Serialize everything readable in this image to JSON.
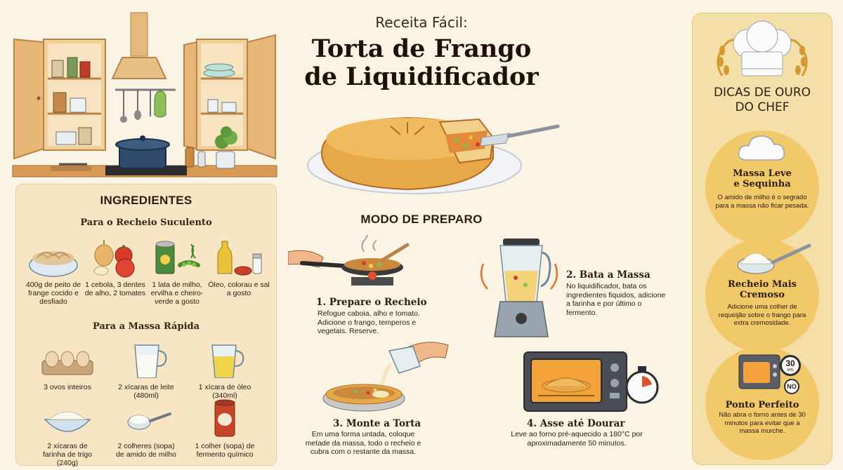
{
  "header": {
    "pretitle": "Receita Fácil:",
    "title_line1": "Torta de Frango",
    "title_line2": "de Liquidificador"
  },
  "ingredients": {
    "title": "INGREDIENTES",
    "filling_title": "Para o Recheio Suculento",
    "filling_items": [
      {
        "icon": "shredded-chicken-icon",
        "label": "400g de peito de frange cocido e desfiado"
      },
      {
        "icon": "onion-tomato-icon",
        "label": "1 cebola, 3 dentes de alho, 2 tomates"
      },
      {
        "icon": "corn-peas-can-icon",
        "label": "1 lata de milho, ervilha e cheiro-verde a gosto"
      },
      {
        "icon": "oil-spices-icon",
        "label": "Óleo, colorau e sal a gosto"
      }
    ],
    "dough_title": "Para a Massa Rápida",
    "dough_items": [
      {
        "icon": "eggs-carton-icon",
        "label": "3 ovos inteiros"
      },
      {
        "icon": "milk-cup-icon",
        "label": "2 xícaras de leite (480ml)"
      },
      {
        "icon": "oil-cup-icon",
        "label": "1 xícara de óleo (340ml)"
      },
      {
        "icon": "flour-bowl-icon",
        "label": "2 xícaras de farinha de trigo (240g)"
      },
      {
        "icon": "cornstarch-spoon-icon",
        "label": "2 colheres (sopa) de amido de milho"
      },
      {
        "icon": "baking-powder-can-icon",
        "label": "1 colher (sopa) de fermento químico"
      }
    ]
  },
  "method": {
    "title": "MODO DE PREPARO",
    "steps": [
      {
        "title": "1. Prepare o Recheio",
        "desc": "Refogue caboia, alho e tomato. Adicione o frango, temperos e vegetais. Reserve."
      },
      {
        "title": "2. Bata a Massa",
        "desc": "No liquidificador, bata os ingredientes fiquidos, adicione a farinha e por último o fermento."
      },
      {
        "title": "3. Monte a Torta",
        "desc": "Em uma forma untada, coloque metade da massa, todo o recheio e cubra com o restante da massa."
      },
      {
        "title": "4. Asse até Dourar",
        "desc": "Leve ao forno pré-aquecido a 180°C por aproximadamente 50 minutos."
      }
    ]
  },
  "tips": {
    "title_line1": "DICAS DE OURO",
    "title_line2": "DO CHEF",
    "items": [
      {
        "icon": "cloud-icon",
        "title_line1": "Massa Leve",
        "title_line2": "e Sequinha",
        "desc": "O amido de milho é o segrado para a massa não ficar pesada."
      },
      {
        "icon": "cream-spoon-icon",
        "title_line1": "Recheio Mais",
        "title_line2": "Cremoso",
        "desc": "Adicione uma colher de requeijão sobre o frango para extra cremosidade."
      },
      {
        "icon": "oven-timer-icon",
        "title_line1": "Ponto Perfeito",
        "title_line2": "",
        "desc": "Não abra o forno antes de 30 minutos para evitar que a massa murche."
      }
    ],
    "timer_label": "30",
    "timer_sub": "MIN",
    "no_label": "NO"
  },
  "colors": {
    "background": "#fbf3e4",
    "panel": "#f7e5c3",
    "gold_panel": "#f5dfa9",
    "gold_circle": "#f2c968",
    "crust": "#e3a24a",
    "cabinet": "#e8b777"
  }
}
